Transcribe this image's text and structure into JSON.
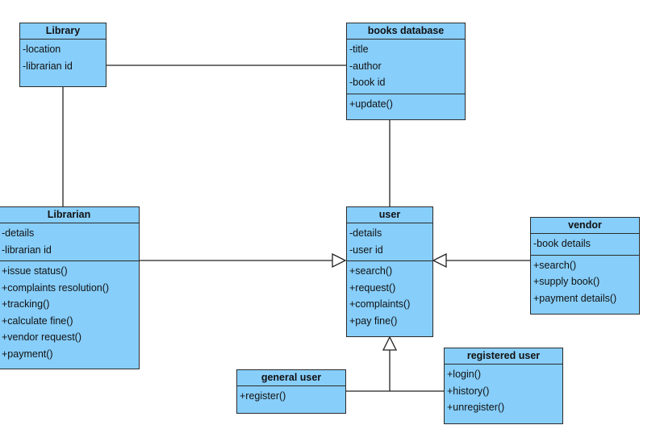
{
  "classes": {
    "library": {
      "name": "Library",
      "attributes": [
        "-location",
        "-librarian id"
      ],
      "operations": []
    },
    "books_database": {
      "name": "books database",
      "attributes": [
        "-title",
        "-author",
        "-book id"
      ],
      "operations": [
        "+update()"
      ]
    },
    "librarian": {
      "name": "Librarian",
      "attributes": [
        "-details",
        "-librarian id"
      ],
      "operations": [
        "+issue status()",
        "+complaints resolution()",
        "+tracking()",
        "+calculate fine()",
        "+vendor request()",
        "+payment()"
      ]
    },
    "user": {
      "name": "user",
      "attributes": [
        "-details",
        "-user id"
      ],
      "operations": [
        "+search()",
        "+request()",
        "+complaints()",
        "+pay fine()"
      ]
    },
    "vendor": {
      "name": "vendor",
      "attributes": [
        "-book details"
      ],
      "operations": [
        "+search()",
        "+supply book()",
        "+payment details()"
      ]
    },
    "general_user": {
      "name": "general user",
      "attributes": [],
      "operations": [
        "+register()"
      ]
    },
    "registered_user": {
      "name": "registered user",
      "attributes": [],
      "operations": [
        "+login()",
        "+history()",
        "+unregister()"
      ]
    }
  },
  "relations": [
    {
      "type": "association",
      "from": "library",
      "to": "books_database"
    },
    {
      "type": "association",
      "from": "library",
      "to": "librarian"
    },
    {
      "type": "association",
      "from": "books_database",
      "to": "user"
    },
    {
      "type": "generalization",
      "from": "librarian",
      "to": "user"
    },
    {
      "type": "generalization",
      "from": "vendor",
      "to": "user"
    },
    {
      "type": "generalization",
      "from": "general_user",
      "to": "user"
    },
    {
      "type": "generalization",
      "from": "registered_user",
      "to": "user"
    }
  ],
  "style": {
    "fill": "#87cefa",
    "stroke": "#2b2b2b",
    "line": "#222222"
  }
}
